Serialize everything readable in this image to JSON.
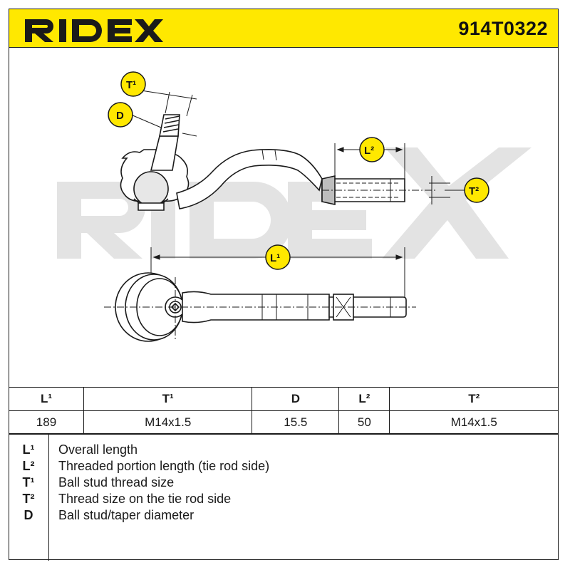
{
  "brand": {
    "name": "RIDEX",
    "color": "#1a1a1a"
  },
  "header": {
    "part_number": "914T0322",
    "background": "#ffe800"
  },
  "drawing": {
    "labels": {
      "t1": "T¹",
      "d": "D",
      "l2": "L²",
      "t2": "T²",
      "l1": "L¹"
    },
    "watermark": "RIDEX"
  },
  "spec_table": {
    "columns": [
      "L¹",
      "T¹",
      "D",
      "L²",
      "T²"
    ],
    "values": [
      "189",
      "M14x1.5",
      "15.5",
      "50",
      "M14x1.5"
    ]
  },
  "legend": [
    {
      "code": "L¹",
      "text": "Overall length"
    },
    {
      "code": "L²",
      "text": "Threaded portion length (tie rod side)"
    },
    {
      "code": "T¹",
      "text": "Ball stud thread size"
    },
    {
      "code": "T²",
      "text": "Thread size on the tie rod side"
    },
    {
      "code": "D",
      "text": "Ball stud/taper diameter"
    }
  ]
}
